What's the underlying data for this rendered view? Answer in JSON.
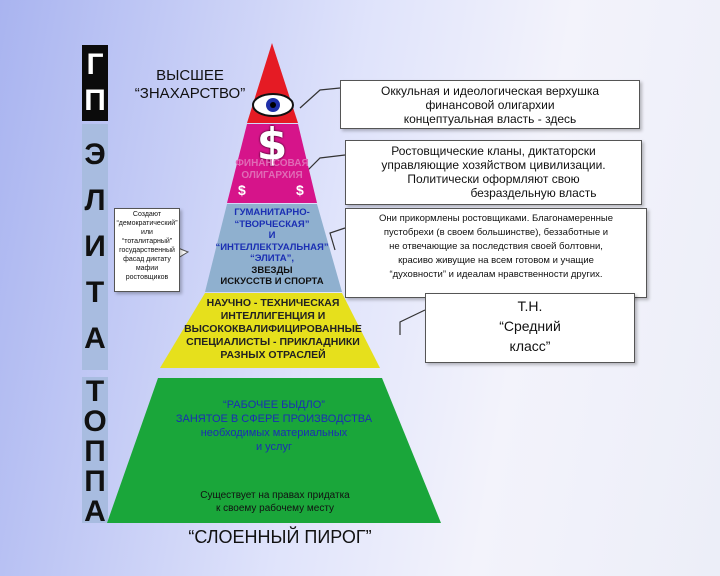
{
  "side_labels": {
    "gp": [
      "Г",
      "П"
    ],
    "elita": [
      "Э",
      "Л",
      "И",
      "Т",
      "А"
    ],
    "toppa": [
      "Т",
      "О",
      "П",
      "П",
      "А"
    ]
  },
  "top_label": {
    "line1": "ВЫСШЕЕ",
    "line2": "“ЗНАХАРСТВО”"
  },
  "symbols": {
    "dollar": "$",
    "small_dollar": "$"
  },
  "levels": {
    "finance": {
      "line1": "ФИНАНСОВАЯ",
      "line2": "ОЛИГАРХИЯ"
    },
    "humanities": {
      "lines": [
        "ГУМАНИТАРНО-",
        "“ТВОРЧЕСКАЯ”",
        "И",
        "“ИНТЕЛЛЕКТУАЛЬНАЯ”",
        "“ЭЛИТА”,",
        "ЗВЕЗДЫ",
        "ИСКУССТВ И СПОРТА"
      ]
    },
    "technical": {
      "lines": [
        "НАУЧНО - ТЕХНИЧЕСКАЯ",
        "ИНТЕЛЛИГЕНЦИЯ И",
        "ВЫСОКОКВАЛИФИЦИРОВАННЫЕ",
        "СПЕЦИАЛИСТЫ - ПРИКЛАДНИКИ",
        "РАЗНЫХ ОТРАСЛЕЙ"
      ]
    },
    "workers": {
      "lines": [
        "“РАБОЧЕЕ БЫДЛО”",
        "ЗАНЯТОЕ В СФЕРЕ ПРОИЗВОДСТВА",
        "необходимых материальных",
        "и услуг"
      ],
      "appendix": [
        "Существует на правах придатка",
        "к своему рабочему месту"
      ]
    }
  },
  "left_note": [
    "Создают",
    "“демократический”",
    "или",
    "“тоталитарный”",
    "государственный",
    "фасад диктату",
    "мафии",
    "ростовщиков"
  ],
  "right_notes": {
    "top": [
      "Оккульная и идеологическая верхушка",
      "финансовой олигархии",
      "концептуальная власть - здесь"
    ],
    "finance": [
      "Ростовщические кланы, диктаторски",
      "управляющие хозяйством цивилизации.",
      "Политически оформляют свою",
      "безраздельную власть"
    ],
    "elite": [
      "Они прикормлены ростовщиками. Благонамеренные",
      "пустобрехи (в своем большинстве), беззаботные и",
      "не отвечающие за последствия своей болтовни,",
      "красиво живущие на всем готовом и учащие",
      "“духовности” и идеалам нравственности других."
    ],
    "middle": [
      "Т.Н.",
      "“Средний",
      "класс”"
    ]
  },
  "bottom_label": "“СЛОЕННЫЙ ПИРОГ”",
  "colors": {
    "red": "#e51b24",
    "magenta": "#d6148a",
    "steel": "#8fb0cf",
    "yellow": "#e6e01c",
    "green": "#1aa63a",
    "side_bg": "#a8bce0",
    "text_blue": "#1b2fb3"
  }
}
